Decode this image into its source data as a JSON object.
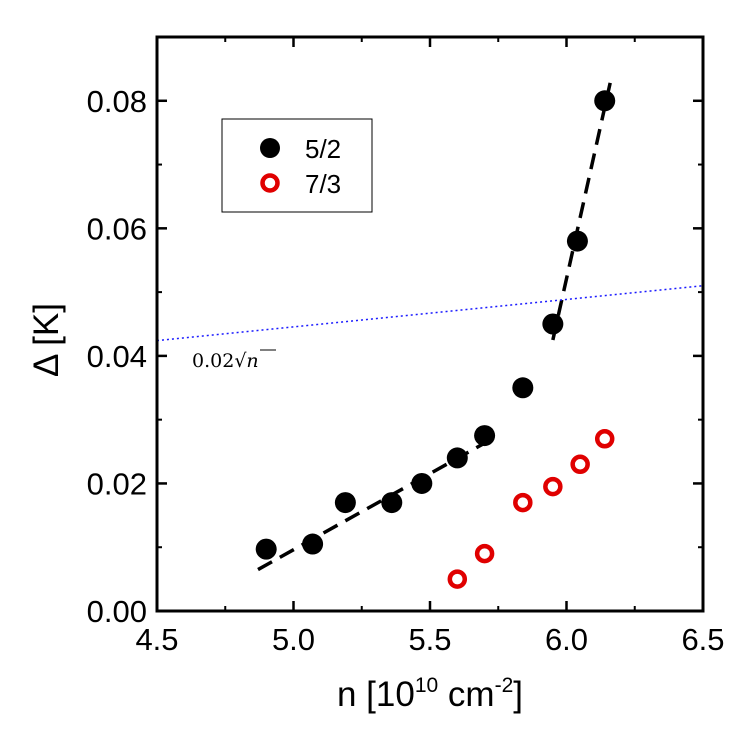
{
  "chart_data": {
    "type": "scatter",
    "xlabel_base": "n [10",
    "xlabel_exp1": "10",
    "xlabel_mid": " cm",
    "xlabel_exp2": "-2",
    "xlabel_end": "]",
    "ylabel": "Δ [K]",
    "xlim": [
      4.5,
      6.5
    ],
    "ylim": [
      0.0,
      0.09
    ],
    "xticks": [
      4.5,
      5.0,
      5.5,
      6.0,
      6.5
    ],
    "xtick_labels": [
      "4.5",
      "5.0",
      "5.5",
      "6.0",
      "6.5"
    ],
    "yticks": [
      0.0,
      0.02,
      0.04,
      0.06,
      0.08
    ],
    "ytick_labels": [
      "0.00",
      "0.02",
      "0.04",
      "0.06",
      "0.08"
    ],
    "legend_position": "top-left",
    "series": [
      {
        "name": "5/2",
        "marker": "filled-circle",
        "color": "#000000",
        "x": [
          4.9,
          5.07,
          5.19,
          5.36,
          5.47,
          5.6,
          5.7,
          5.84,
          5.95,
          6.04,
          6.14
        ],
        "y": [
          0.0097,
          0.0105,
          0.017,
          0.017,
          0.02,
          0.024,
          0.0275,
          0.035,
          0.045,
          0.058,
          0.08
        ]
      },
      {
        "name": "7/3",
        "marker": "open-circle",
        "color": "#e00000",
        "x": [
          5.6,
          5.7,
          5.84,
          5.95,
          6.05,
          6.14
        ],
        "y": [
          0.005,
          0.009,
          0.017,
          0.0195,
          0.023,
          0.027
        ]
      }
    ],
    "fit_lines": [
      {
        "style": "dashed",
        "color": "#000000",
        "x": [
          4.87,
          5.72
        ],
        "y": [
          0.0065,
          0.0268
        ]
      },
      {
        "style": "dashed",
        "color": "#000000",
        "x": [
          5.95,
          6.16
        ],
        "y": [
          0.0425,
          0.0828
        ]
      },
      {
        "style": "dotted",
        "color": "#1a1aff",
        "x": [
          4.5,
          6.5
        ],
        "y": [
          0.0424,
          0.051
        ]
      }
    ],
    "annotation": {
      "text_prefix": "0.02",
      "radical": "√",
      "radicand": "n"
    }
  }
}
